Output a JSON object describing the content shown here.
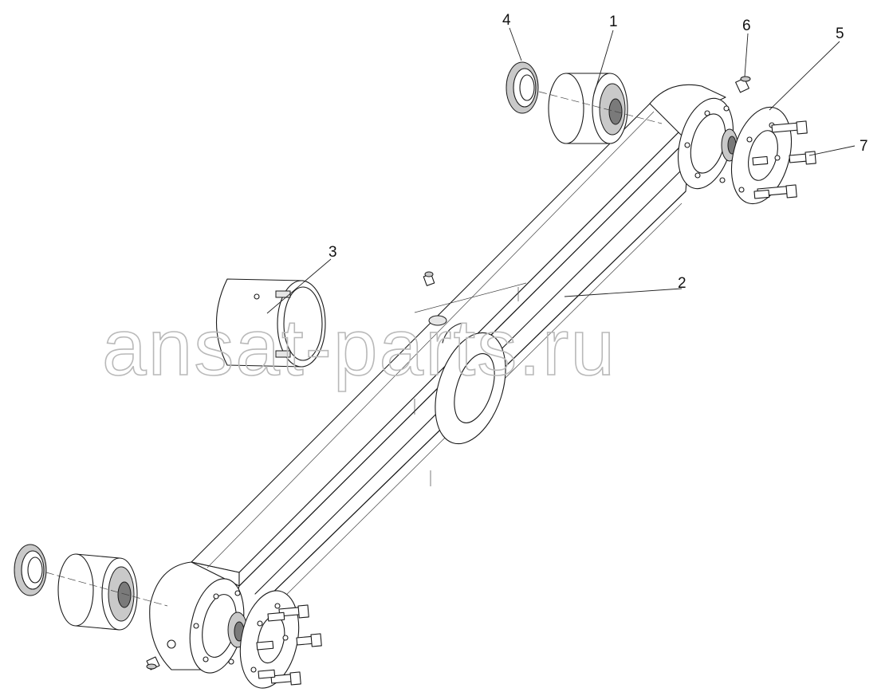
{
  "callouts": [
    {
      "id": "1",
      "label": "1"
    },
    {
      "id": "2",
      "label": "2"
    },
    {
      "id": "3",
      "label": "3"
    },
    {
      "id": "4",
      "label": "4"
    },
    {
      "id": "5",
      "label": "5"
    },
    {
      "id": "6",
      "label": "6"
    },
    {
      "id": "7",
      "label": "7"
    }
  ],
  "watermark": {
    "text": "ansat-parts.ru"
  },
  "colors": {
    "line": "#1a1a1a",
    "watermark": "#b9b9b9",
    "background": "#ffffff"
  }
}
